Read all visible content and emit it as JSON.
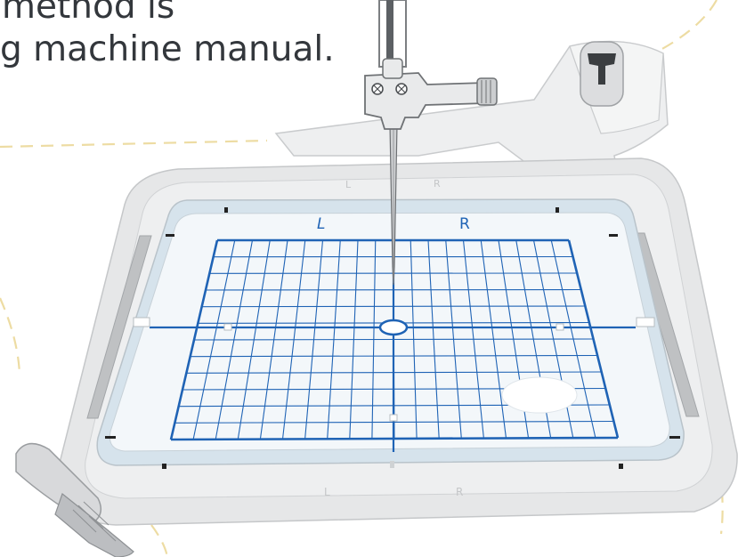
{
  "caption": {
    "line1": "method is",
    "line2": "g machine manual."
  },
  "grid_labels": {
    "left": "L",
    "right": "R"
  },
  "frame_markings": {
    "top_left": "L",
    "top_right": "R",
    "bottom_left": "L",
    "bottom_right": "R"
  },
  "icons": {
    "needle": "needle-icon",
    "presser_foot": "presser-foot-icon",
    "hoop_knob": "hoop-tightening-screw-icon",
    "attach_lever": "hoop-attach-lever-icon"
  },
  "colors": {
    "grid_blue": "#1f63b5",
    "dashed_path": "#eddca3",
    "hoop_gray": "#e6e7e8",
    "caption_text": "#33373c"
  }
}
